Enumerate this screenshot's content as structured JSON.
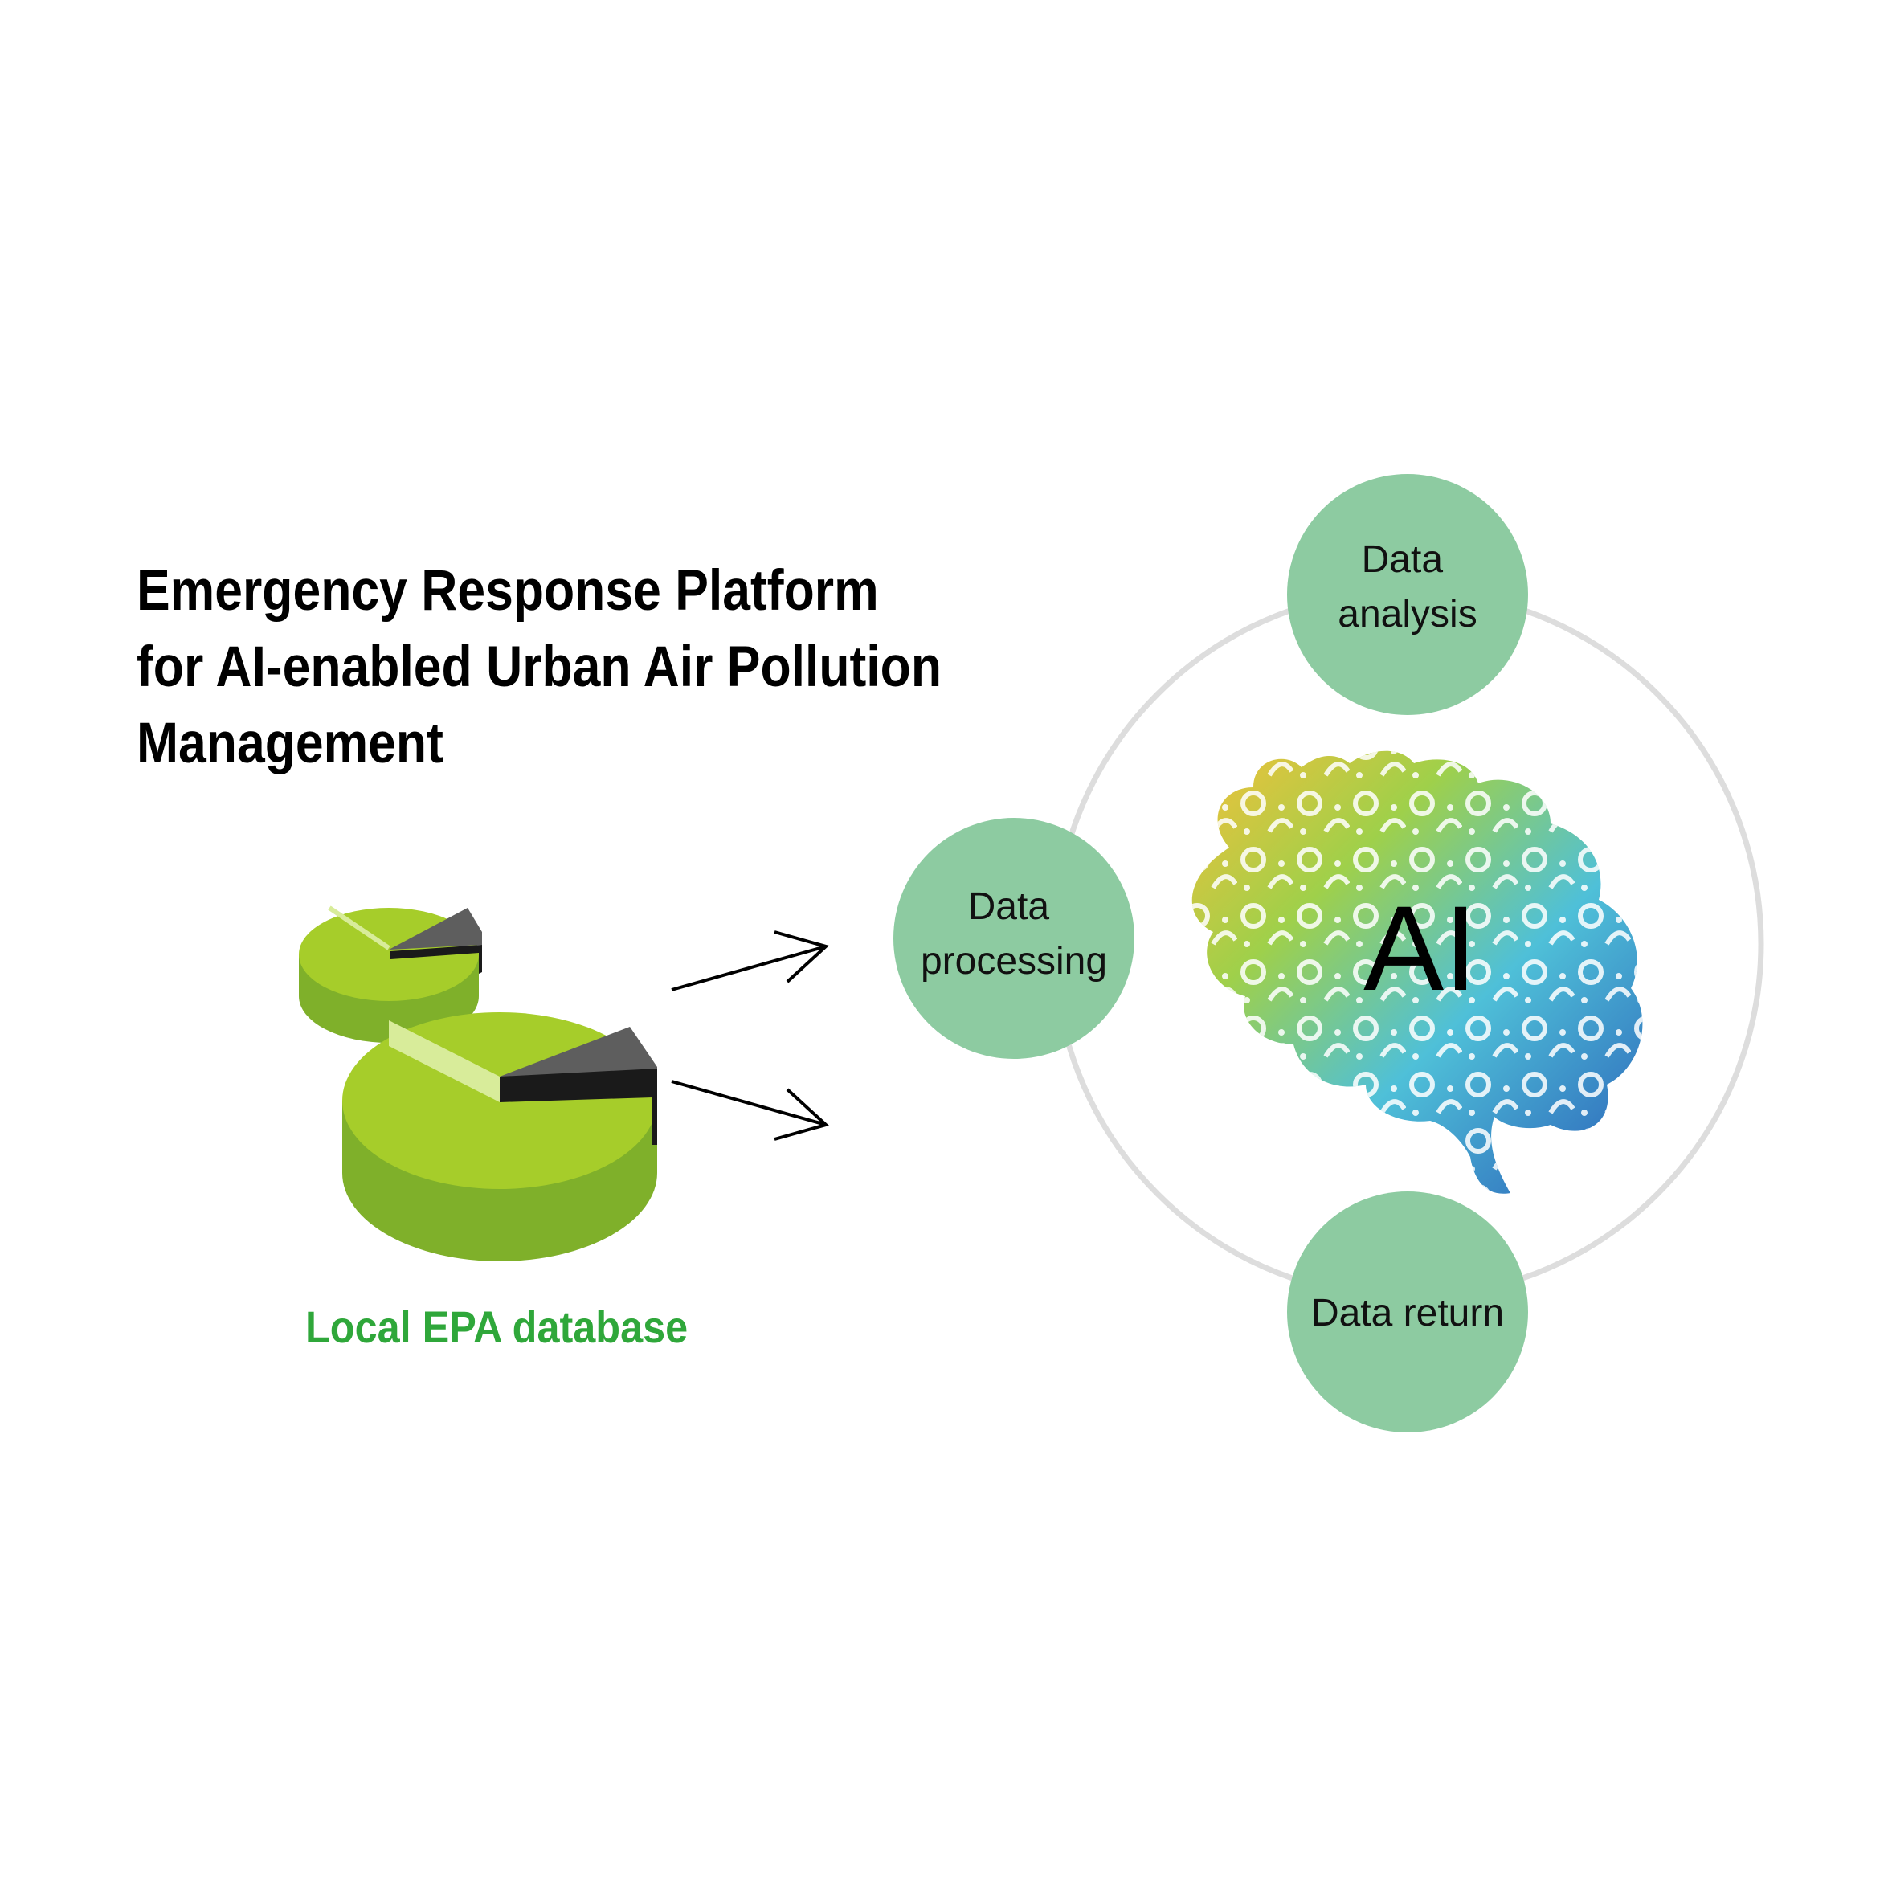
{
  "title_lines": [
    "Emergency Response Platform",
    "for AI-enabled Urban Air Pollution",
    "Management"
  ],
  "database": {
    "label": "Local EPA database",
    "label_color": "#2fa73a"
  },
  "cycle": {
    "center_label": "AI",
    "nodes": {
      "analysis": [
        "Data",
        "analysis"
      ],
      "processing": [
        "Data",
        "processing"
      ],
      "return": [
        "Data return"
      ]
    },
    "node_color": "#8dcba1",
    "ring_color": "#dddddd"
  },
  "colors": {
    "pie_green_top": "#a6cd2a",
    "pie_green_side": "#7fb02a",
    "pie_slice_dark": "#5e5e5e",
    "arrow": "#000000"
  }
}
